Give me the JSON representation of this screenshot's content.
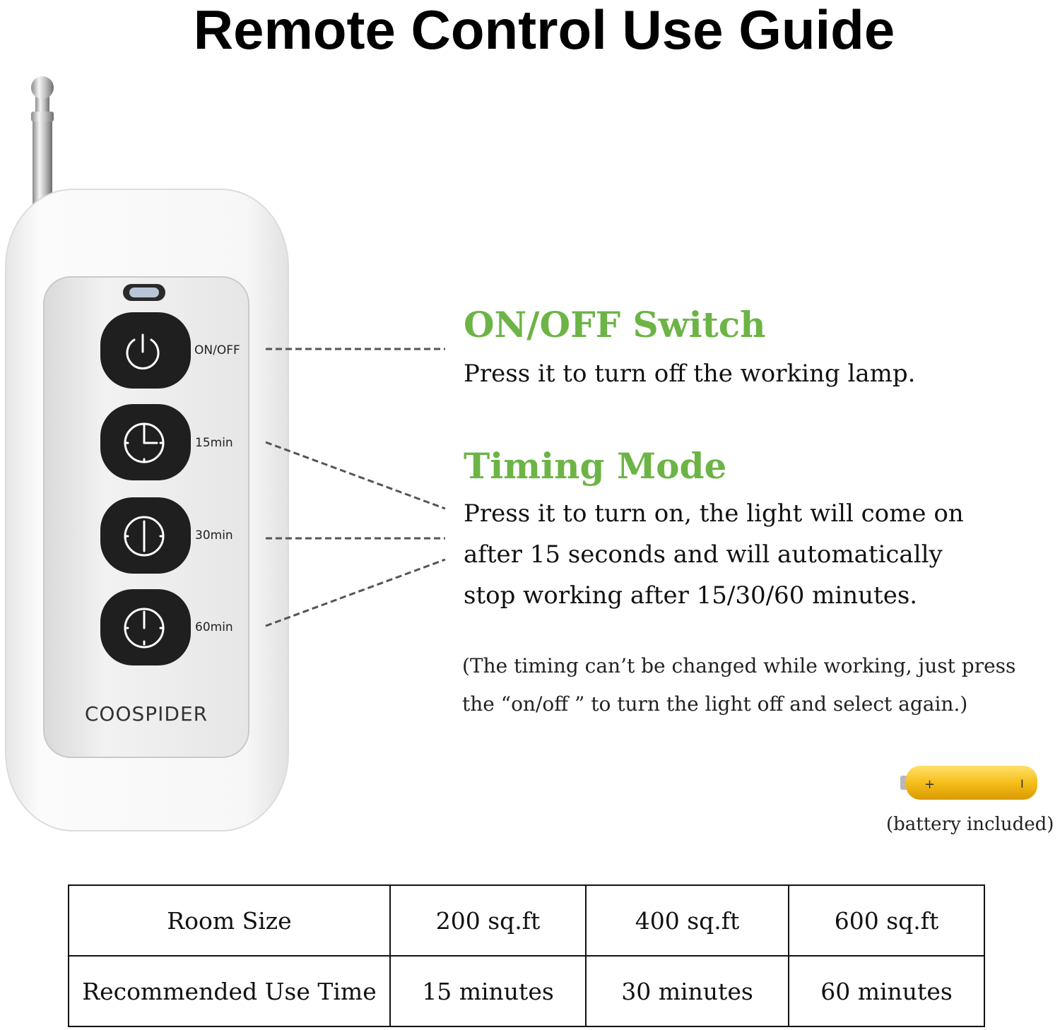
{
  "title": "Remote Control Use Guide",
  "remote": {
    "brand": "COOSPIDER",
    "buttons": [
      {
        "label": "ON/OFF",
        "icon": "power-icon"
      },
      {
        "label": "15min",
        "icon": "clock-15-icon"
      },
      {
        "label": "30min",
        "icon": "clock-30-icon"
      },
      {
        "label": "60min",
        "icon": "clock-60-icon"
      }
    ]
  },
  "onoff": {
    "heading": "ON/OFF Switch",
    "text": "Press it to turn off the working lamp."
  },
  "timing": {
    "heading": "Timing Mode",
    "line1": "Press it to turn on, the light will come on",
    "line2": "after 15 seconds and will automatically",
    "line3": "stop working after 15/30/60 minutes."
  },
  "note": {
    "line1": "(The timing can’t be changed while working, just press",
    "line2": "the “on/off ” to turn the light off and select again.)"
  },
  "battery": {
    "caption": "(battery included)",
    "plus": "+",
    "minus": "I"
  },
  "table": {
    "rows": [
      [
        "Room Size",
        "200 sq.ft",
        "400 sq.ft",
        "600 sq.ft"
      ],
      [
        "Recommended Use Time",
        "15 minutes",
        "30 minutes",
        "60 minutes"
      ]
    ]
  },
  "colors": {
    "heading_green": "#6cb446",
    "button_dark": "#1f1f1f",
    "battery_yellow": "#f5bf1b"
  }
}
